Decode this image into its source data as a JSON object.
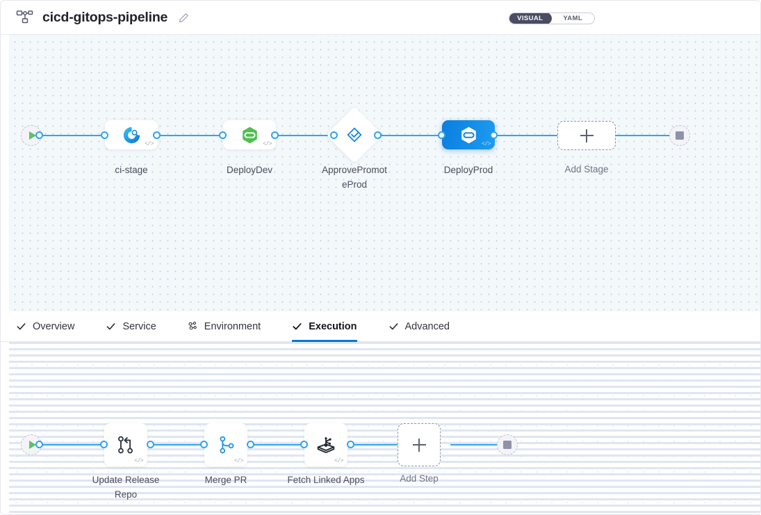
{
  "header": {
    "icon": "pipeline-icon",
    "title": "cicd-gitops-pipeline",
    "edit_icon": "pencil-icon",
    "view_toggle": {
      "options": [
        "VISUAL",
        "YAML"
      ],
      "selected": "VISUAL"
    }
  },
  "colors": {
    "edge": "#30a4f0",
    "selected_node": "#0a7ee0",
    "active_tab": "#0278d5",
    "start_play": "#5dc26a",
    "end_stop": "#8f93a8",
    "stage_canvas_bg": "#f3f8fb",
    "step_canvas_bg": "#ffffff"
  },
  "stage_graph": {
    "start_node": {
      "name": "start",
      "icon": "play-icon"
    },
    "end_node": {
      "name": "end",
      "icon": "stop-icon"
    },
    "nodes": [
      {
        "id": "ci-stage",
        "label": "ci-stage",
        "type": "card",
        "icon": "ci-circle-icon",
        "badge": "</>",
        "selected": false
      },
      {
        "id": "deploy-dev",
        "label": "DeployDev",
        "type": "card",
        "icon": "green-hexagon-icon",
        "badge": "</>",
        "selected": false
      },
      {
        "id": "approve-promote-prod",
        "label": "ApprovePromoteProd",
        "type": "diamond",
        "icon": "approval-diamond-icon",
        "badge": "",
        "selected": false
      },
      {
        "id": "deploy-prod",
        "label": "DeployProd",
        "type": "card",
        "icon": "white-hexagon-icon",
        "badge": "</>",
        "selected": true
      }
    ],
    "add_node": {
      "label": "Add Stage",
      "icon": "plus-icon"
    }
  },
  "tabs": [
    {
      "id": "overview",
      "label": "Overview",
      "icon": "check-icon",
      "active": false
    },
    {
      "id": "service",
      "label": "Service",
      "icon": "check-icon",
      "active": false
    },
    {
      "id": "environment",
      "label": "Environment",
      "icon": "cluster-icon",
      "active": false
    },
    {
      "id": "execution",
      "label": "Execution",
      "icon": "check-icon",
      "active": true
    },
    {
      "id": "advanced",
      "label": "Advanced",
      "icon": "check-icon",
      "active": false
    }
  ],
  "step_graph": {
    "start_node": {
      "name": "start",
      "icon": "play-icon"
    },
    "end_node": {
      "name": "end",
      "icon": "stop-icon"
    },
    "nodes": [
      {
        "id": "update-release-repo",
        "label": "Update Release Repo",
        "icon": "git-merge-icon",
        "badge": "</>"
      },
      {
        "id": "merge-pr",
        "label": "Merge PR",
        "icon": "git-branch-icon",
        "badge": "</>"
      },
      {
        "id": "fetch-linked-apps",
        "label": "Fetch Linked Apps",
        "icon": "argo-squid-icon",
        "badge": "</>"
      }
    ],
    "add_node": {
      "label": "Add Step",
      "icon": "plus-icon"
    }
  }
}
